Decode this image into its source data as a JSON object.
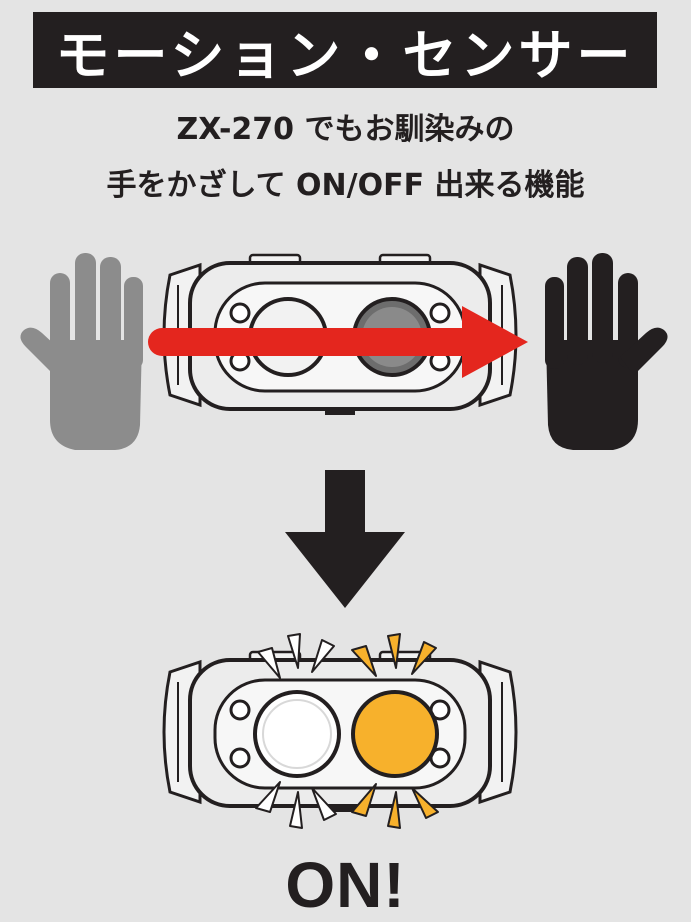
{
  "title": "モーション・センサー",
  "subtitle_line1": "ZX-270 でもお馴染みの",
  "subtitle_line2": "手をかざして ON/OFF 出来る機能",
  "status_text": "ON!",
  "colors": {
    "background": "#e4e4e4",
    "title_bar": "#231f20",
    "motion_arrow": "#e4261e",
    "warm_led": "#f7b12c",
    "white_led": "#ffffff",
    "hand_start": "#8c8c8c",
    "hand_end": "#231f20"
  },
  "icons": [
    "hand-gray-icon",
    "hand-black-icon",
    "motion-arrow-icon",
    "down-arrow-icon",
    "headlamp-icon"
  ]
}
